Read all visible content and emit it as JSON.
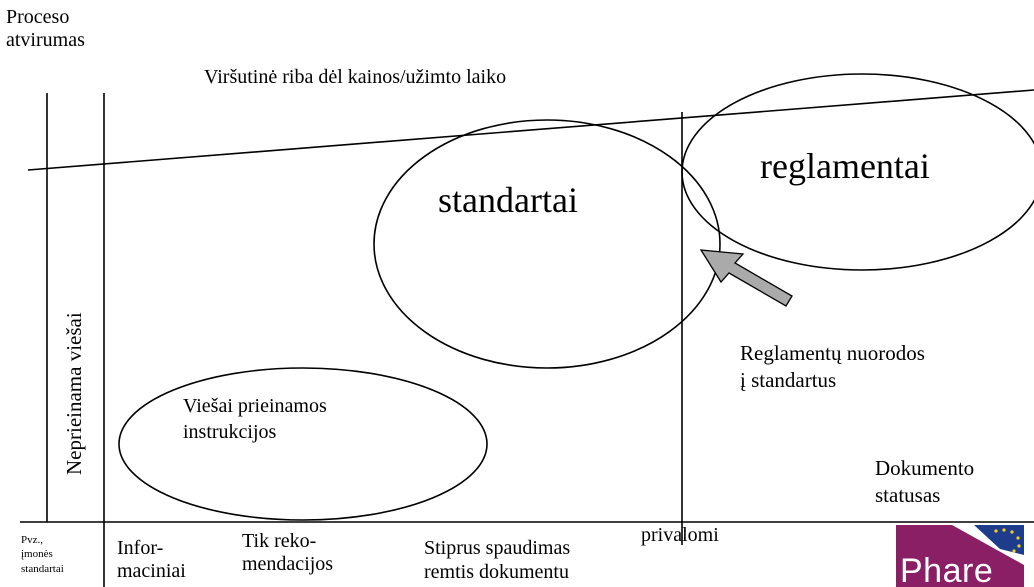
{
  "diagram": {
    "y_axis_title_line1": "Proceso",
    "y_axis_title_line2": "atvirumas",
    "upper_limit_label": "Viršutinė riba dėl kainos/užimto laiko",
    "vertical_band_label": "Neprieinama viešai",
    "ellipses": {
      "reglamentai": "reglamentai",
      "standartai": "standartai",
      "instrukcijos_line1": "Viešai prieinamos",
      "instrukcijos_line2": "instrukcijos"
    },
    "arrow_label_line1": "Reglamentų nuorodos",
    "arrow_label_line2": "į standartus",
    "x_axis_title_line1": "Dokumento",
    "x_axis_title_line2": "statusas",
    "x_categories": {
      "pvz_line1": "Pvz.,",
      "pvz_line2": "įmonės",
      "pvz_line3": "standartai",
      "informaciniai_line1": "Infor-",
      "informaciniai_line2": "maciniai",
      "rekomendacijos_line1": "Tik reko-",
      "rekomendacijos_line2": "mendacijos",
      "spaudimas_line1": "Stiprus spaudimas",
      "spaudimas_line2": "remtis dokumentu",
      "privalomi": "privalomi"
    },
    "logo_text": "Phare"
  }
}
